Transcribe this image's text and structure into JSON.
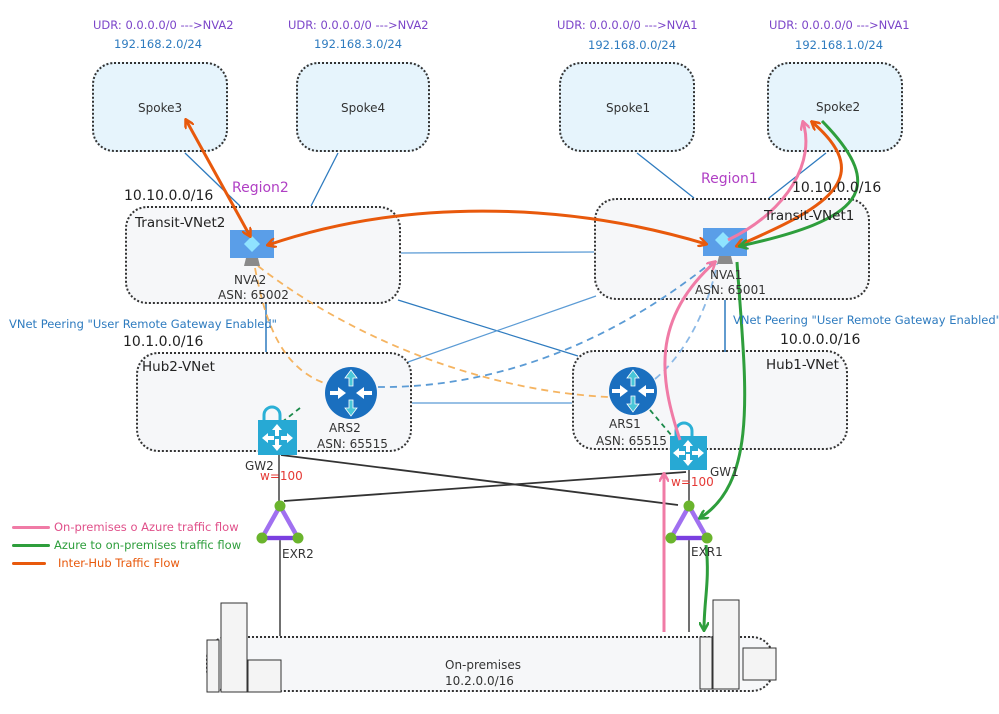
{
  "colors": {
    "udr": "#7b45c9",
    "cidr_blue": "#2e7bbf",
    "region": "#b03fc4",
    "onprem_to_azure": "#f07ba6",
    "azure_to_onprem": "#2e9e3c",
    "inter_hub": "#e8590c",
    "peering_line": "#2e7bbf",
    "bgp_dashed_blue": "#5b9bd5",
    "bgp_dashed_orange": "#f5b461",
    "bgp_dashed_green": "#1b8a4a",
    "weight": "#e53935",
    "exr_triangle": "#a070f0",
    "exr_node": "#6ab42d"
  },
  "spokes": [
    {
      "id": "spoke3",
      "name": "Spoke3",
      "udr": "UDR: 0.0.0.0/0 --->NVA2",
      "cidr": "192.168.2.0/24"
    },
    {
      "id": "spoke4",
      "name": "Spoke4",
      "udr": "UDR: 0.0.0.0/0 --->NVA2",
      "cidr": "192.168.3.0/24"
    },
    {
      "id": "spoke1",
      "name": "Spoke1",
      "udr": "UDR: 0.0.0.0/0 --->NVA1",
      "cidr": "192.168.0.0/24"
    },
    {
      "id": "spoke2",
      "name": "Spoke2",
      "udr": "UDR: 0.0.0.0/0 --->NVA1",
      "cidr": "192.168.1.0/24"
    }
  ],
  "regions": {
    "region2": "Region2",
    "region1": "Region1"
  },
  "transit": {
    "vnet2": {
      "name": "Transit-VNet2",
      "cidr": "10.10.0.0/16",
      "nva": "NVA2",
      "asn": "ASN: 65002"
    },
    "vnet1": {
      "name": "Transit-VNet1",
      "cidr": "10.10.0.0/16",
      "nva": "NVA1",
      "asn": "ASN: 65001"
    }
  },
  "peering_labels": {
    "left": "VNet Peering \"User Remote Gateway Enabled\"",
    "right": "VNet Peering \"User Remote Gateway Enabled\""
  },
  "hubs": {
    "hub2": {
      "name": "Hub2-VNet",
      "cidr": "10.1.0.0/16",
      "ars": "ARS2",
      "asn": "ASN: 65515",
      "gw": "GW2",
      "weight": "w=100",
      "exr": "EXR2"
    },
    "hub1": {
      "name": "Hub1-VNet",
      "cidr": "10.0.0.0/16",
      "ars": "ARS1",
      "asn": "ASN: 65515",
      "gw": "GW1",
      "weight": "w=100",
      "exr": "EXR1"
    }
  },
  "onprem": {
    "name": "On-premises",
    "cidr": "10.2.0.0/16"
  },
  "legend": [
    {
      "label": "On-premises o Azure traffic flow",
      "color": "#f07ba6"
    },
    {
      "label": "Azure to on-premises traffic flow",
      "color": "#2e9e3c"
    },
    {
      "label": "Inter-Hub Traffic Flow",
      "color": "#e8590c"
    }
  ]
}
